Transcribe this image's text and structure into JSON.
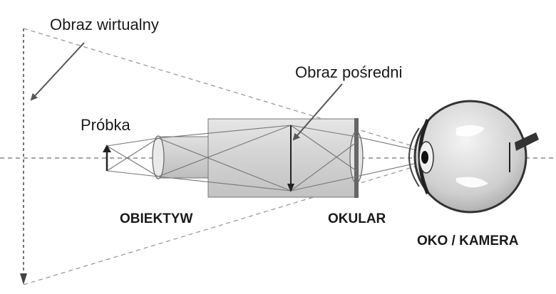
{
  "labels": {
    "virtual_image": "Obraz wirtualny",
    "intermediate_image": "Obraz pośredni",
    "sample": "Próbka",
    "objective": "OBIEKTYW",
    "eyepiece": "OKULAR",
    "eye_camera": "OKO / KAMERA"
  }
}
